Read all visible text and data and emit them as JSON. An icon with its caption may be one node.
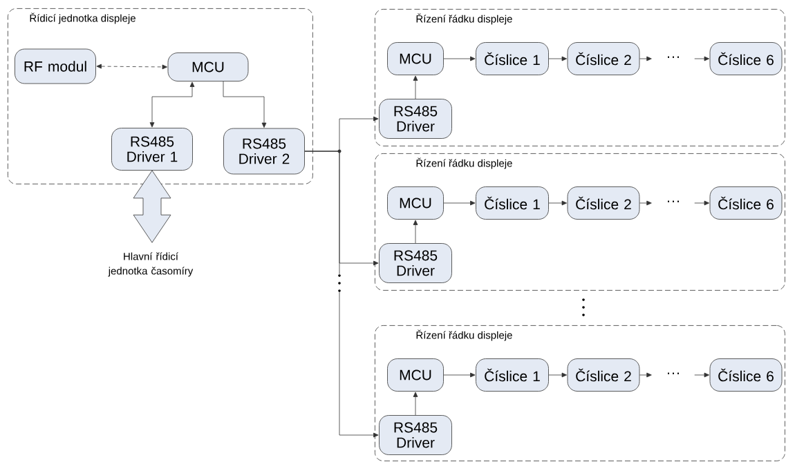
{
  "diagram": {
    "nodes": [
      {
        "text": [
          "Řídicí jednotka displeje"
        ]
      },
      {
        "text": [
          "RF modul"
        ],
        "in": 0
      },
      {
        "text": [
          "MCU"
        ],
        "in": 0
      },
      {
        "text": [
          "RS485 Driver 1"
        ],
        "in": 0
      },
      {
        "text": [
          "RS485 Driver 2"
        ],
        "in": 0
      },
      {
        "text": [
          "Hlavní řídicí jednotka časomíry"
        ]
      },
      {
        "text": [
          "Řízení řádku displeje"
        ]
      },
      {
        "text": [
          "MCU"
        ],
        "in": 6
      },
      {
        "text": [
          "Číslice 1"
        ],
        "in": 6
      },
      {
        "text": [
          "Číslice 2"
        ],
        "in": 6
      },
      {
        "text": [
          "Číslice 6"
        ],
        "in": 6
      },
      {
        "text": [
          "RS485 Driver"
        ],
        "in": 6
      },
      {
        "text": [
          "Řízení řádku displeje"
        ]
      },
      {
        "text": [
          "MCU"
        ],
        "in": 12
      },
      {
        "text": [
          "Číslice 1"
        ],
        "in": 12
      },
      {
        "text": [
          "Číslice 2"
        ],
        "in": 12
      },
      {
        "text": [
          "Číslice 6"
        ],
        "in": 12
      },
      {
        "text": [
          "RS485 Driver"
        ],
        "in": 12
      },
      {
        "text": [
          "Řízení řádku displeje"
        ]
      },
      {
        "text": [
          "MCU"
        ],
        "in": 18
      },
      {
        "text": [
          "Číslice 1"
        ],
        "in": 18
      },
      {
        "text": [
          "Číslice 2"
        ],
        "in": 18
      },
      {
        "text": [
          "Číslice 6"
        ],
        "in": 18
      },
      {
        "text": [
          "RS485 Driver"
        ],
        "in": 18
      },
      {
        "text": [
          "···"
        ],
        "in": 6
      },
      {
        "text": [
          "···"
        ],
        "in": 12
      },
      {
        "text": [
          "···"
        ],
        "in": 18
      },
      {
        "text": [],
        "shape": "dots"
      }
    ],
    "edges": [
      {
        "from": 1,
        "to": 2,
        "arrow": "both",
        "style": "dashed"
      },
      {
        "from": 3,
        "to": 2,
        "arrow": "both"
      },
      {
        "from": 2,
        "to": 4,
        "arrow": "to"
      },
      {
        "from": 3,
        "to": 5,
        "arrow": "both",
        "style": "thick"
      },
      {
        "from": 4,
        "to": 11,
        "arrow": "to"
      },
      {
        "from": 4,
        "to": 17,
        "arrow": "to"
      },
      {
        "from": 4,
        "to": 27,
        "arrow": "none"
      },
      {
        "from": 27,
        "to": 23,
        "arrow": "to"
      },
      {
        "from": 11,
        "to": 7,
        "arrow": "to"
      },
      {
        "from": 7,
        "to": 8,
        "arrow": "to"
      },
      {
        "from": 8,
        "to": 9,
        "arrow": "to"
      },
      {
        "from": 9,
        "to": 24,
        "arrow": "to"
      },
      {
        "from": 24,
        "to": 10,
        "arrow": "to"
      },
      {
        "from": 17,
        "to": 13,
        "arrow": "to"
      },
      {
        "from": 13,
        "to": 14,
        "arrow": "to"
      },
      {
        "from": 14,
        "to": 15,
        "arrow": "to"
      },
      {
        "from": 15,
        "to": 25,
        "arrow": "to"
      },
      {
        "from": 25,
        "to": 16,
        "arrow": "to"
      },
      {
        "from": 23,
        "to": 19,
        "arrow": "to"
      },
      {
        "from": 19,
        "to": 20,
        "arrow": "to"
      },
      {
        "from": 20,
        "to": 21,
        "arrow": "to"
      },
      {
        "from": 21,
        "to": 26,
        "arrow": "to"
      },
      {
        "from": 26,
        "to": 22,
        "arrow": "to"
      }
    ]
  }
}
